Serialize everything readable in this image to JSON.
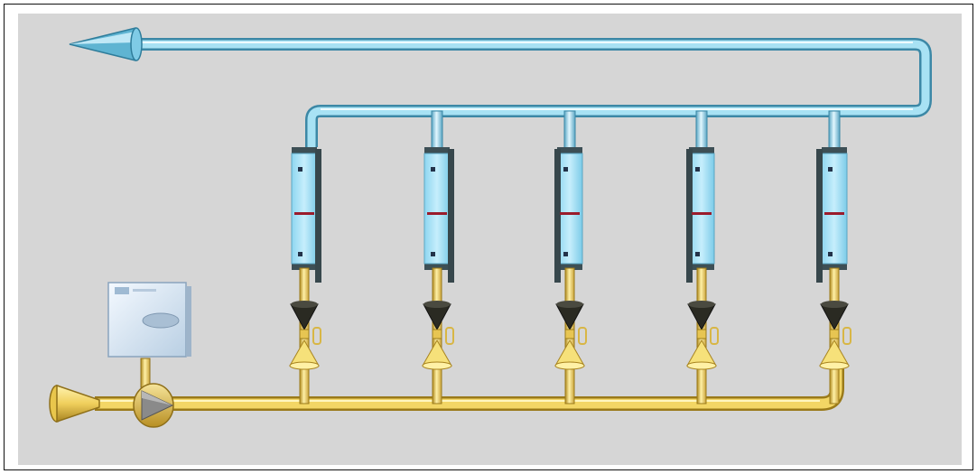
{
  "diagram": {
    "background_color": "#d6d6d6",
    "supply_color": "#f2d25a",
    "return_color": "#8fd3ea",
    "controller": {
      "icon": "control-box-icon"
    },
    "pump": {
      "icon": "pump-icon"
    },
    "supply_inlet": {
      "icon": "inlet-arrow-icon"
    },
    "return_outlet": {
      "icon": "outlet-arrow-icon"
    },
    "circuits": [
      {
        "id": 1,
        "flowmeter_icon": "flowmeter-icon",
        "valve_icon": "valve-icon"
      },
      {
        "id": 2,
        "flowmeter_icon": "flowmeter-icon",
        "valve_icon": "valve-icon"
      },
      {
        "id": 3,
        "flowmeter_icon": "flowmeter-icon",
        "valve_icon": "valve-icon"
      },
      {
        "id": 4,
        "flowmeter_icon": "flowmeter-icon",
        "valve_icon": "valve-icon"
      },
      {
        "id": 5,
        "flowmeter_icon": "flowmeter-icon",
        "valve_icon": "valve-icon"
      }
    ]
  }
}
